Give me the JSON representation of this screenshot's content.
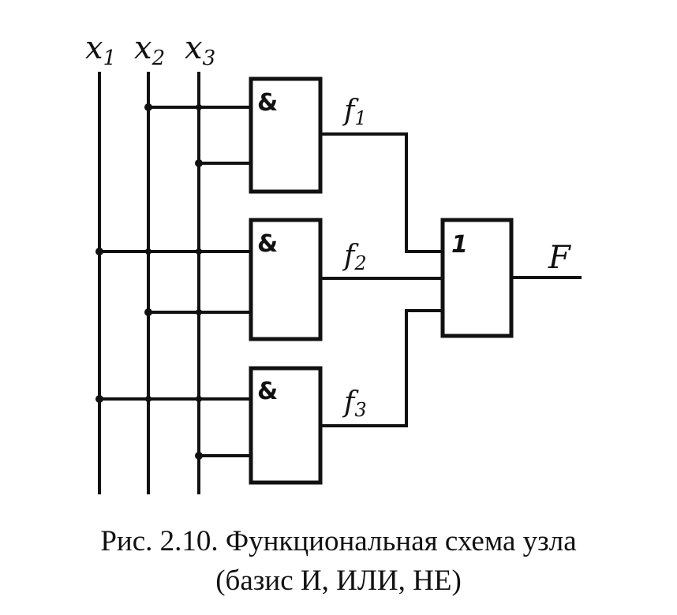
{
  "inputs": [
    {
      "base": "x",
      "sub": "1"
    },
    {
      "base": "x",
      "sub": "2"
    },
    {
      "base": "x",
      "sub": "3"
    }
  ],
  "gates": {
    "and_symbol": "&",
    "or_symbol": "1"
  },
  "signals": [
    {
      "base": "f",
      "sub": "1"
    },
    {
      "base": "f",
      "sub": "2"
    },
    {
      "base": "f",
      "sub": "3"
    }
  ],
  "output": "F",
  "caption": {
    "line1": "Рис. 2.10. Функциональная схема узла",
    "line2": "(базис И, ИЛИ, НЕ)"
  }
}
